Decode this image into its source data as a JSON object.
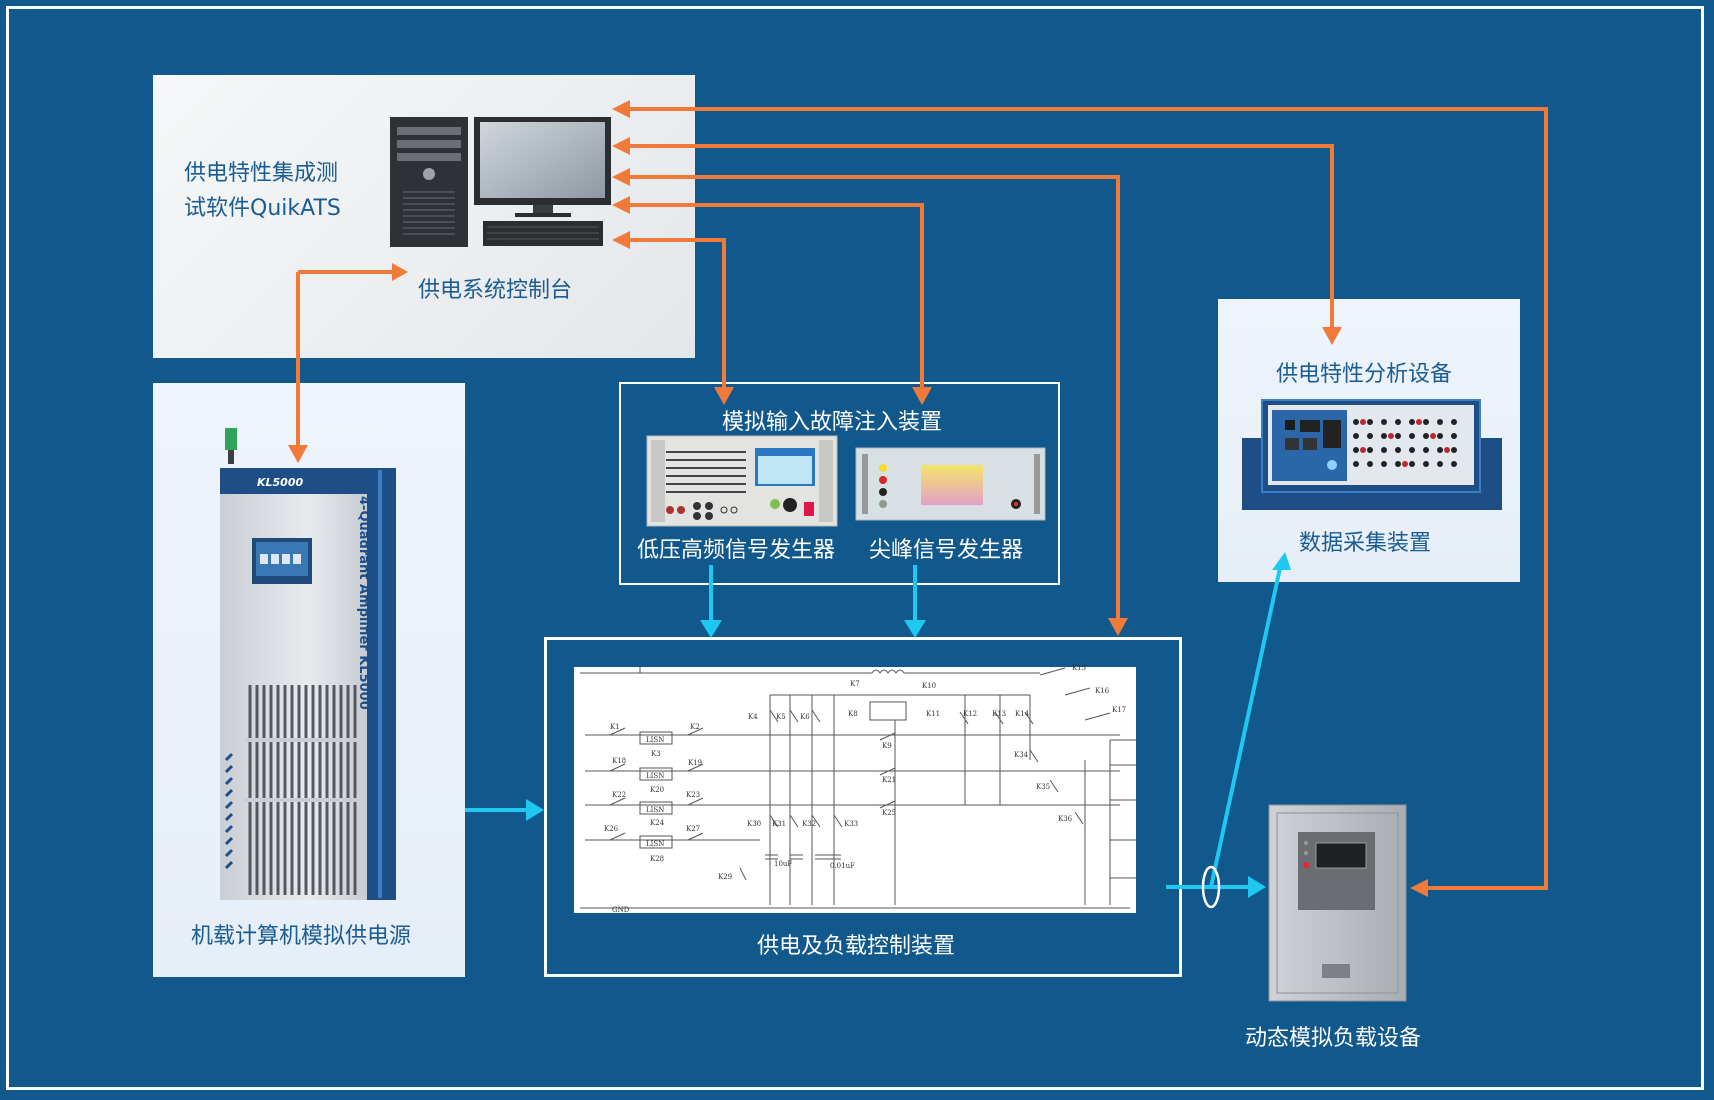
{
  "console": {
    "software_line1": "供电特性集成测",
    "software_line2": "试软件QuikATS",
    "label": "供电系统控制台"
  },
  "power_source": {
    "label": "机载计算机模拟供电源",
    "cabinet_brand": "KL5000",
    "cabinet_text": "4-Quadrant Amplifier KL5000"
  },
  "fault_injection": {
    "title": "模拟输入故障注入装置",
    "lv_generator": "低压高频信号发生器",
    "spike_generator": "尖峰信号发生器"
  },
  "control_device": {
    "label": "供电及负载控制装置"
  },
  "analysis": {
    "title": "供电特性分析设备",
    "daq_label": "数据采集装置"
  },
  "dynamic_load": {
    "label": "动态模拟负载设备"
  },
  "schematic_labels": [
    "K1",
    "K2",
    "K3",
    "K4",
    "K5",
    "K6",
    "K7",
    "K8",
    "K9",
    "K10",
    "K11",
    "K12",
    "K13",
    "K14",
    "K15",
    "K16",
    "K17",
    "K18",
    "K19",
    "K20",
    "K21",
    "K22",
    "K23",
    "K24",
    "K25",
    "K26",
    "K27",
    "K28",
    "K29",
    "K30",
    "K31",
    "K32",
    "K33",
    "K34",
    "K35",
    "K36",
    "LISN",
    "10uF",
    "0.01uF",
    "GND"
  ],
  "colors": {
    "background": "#11588c",
    "control_arrow": "#f07a3a",
    "power_arrow": "#1ec8f0",
    "label_dark": "#1a5c94",
    "label_white": "#ffffff"
  }
}
